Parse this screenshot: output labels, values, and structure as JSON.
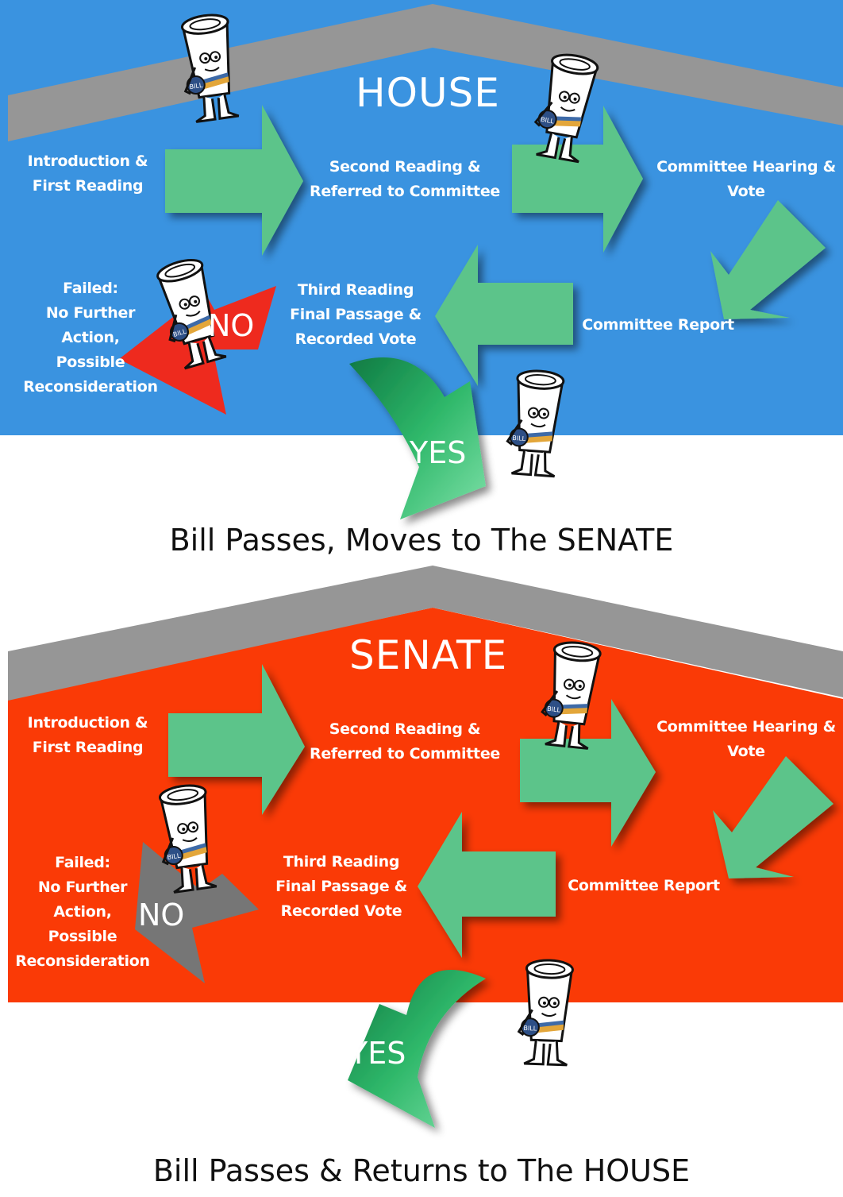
{
  "house": {
    "title": "HOUSE",
    "color": "#3a93e0",
    "roof_color": "#969696",
    "steps": {
      "intro": [
        "Introduction &",
        "First Reading"
      ],
      "second": [
        "Second Reading &",
        "Referred to Committee"
      ],
      "hearing": [
        "Committee Hearing &",
        "Vote"
      ],
      "report": [
        "Committee Report"
      ],
      "third": [
        "Third Reading",
        "Final Passage &",
        "Recorded Vote"
      ],
      "failed": [
        "Failed:",
        "No Further",
        "Action,",
        "Possible",
        "Reconsideration"
      ]
    },
    "no_label": "NO",
    "no_color": "#ee2a1e",
    "yes_label": "YES",
    "result": "Bill Passes, Moves to The SENATE"
  },
  "senate": {
    "title": "SENATE",
    "color": "#fa3a06",
    "roof_color": "#969696",
    "steps": {
      "intro": [
        "Introduction &",
        "First Reading"
      ],
      "second": [
        "Second Reading &",
        "Referred to Committee"
      ],
      "hearing": [
        "Committee Hearing &",
        "Vote"
      ],
      "report": [
        "Committee Report"
      ],
      "third": [
        "Third Reading",
        "Final Passage &",
        "Recorded Vote"
      ],
      "failed": [
        "Failed:",
        "No Further",
        "Action,",
        "Possible",
        "Reconsideration"
      ]
    },
    "no_label": "NO",
    "no_color": "#767676",
    "yes_label": "YES",
    "result": "Bill Passes & Returns to The HOUSE"
  },
  "arrow_color": "#5cc48a",
  "yes_color": "#2fb86a",
  "mascot_icon": "rolled-bill-mascot-icon"
}
